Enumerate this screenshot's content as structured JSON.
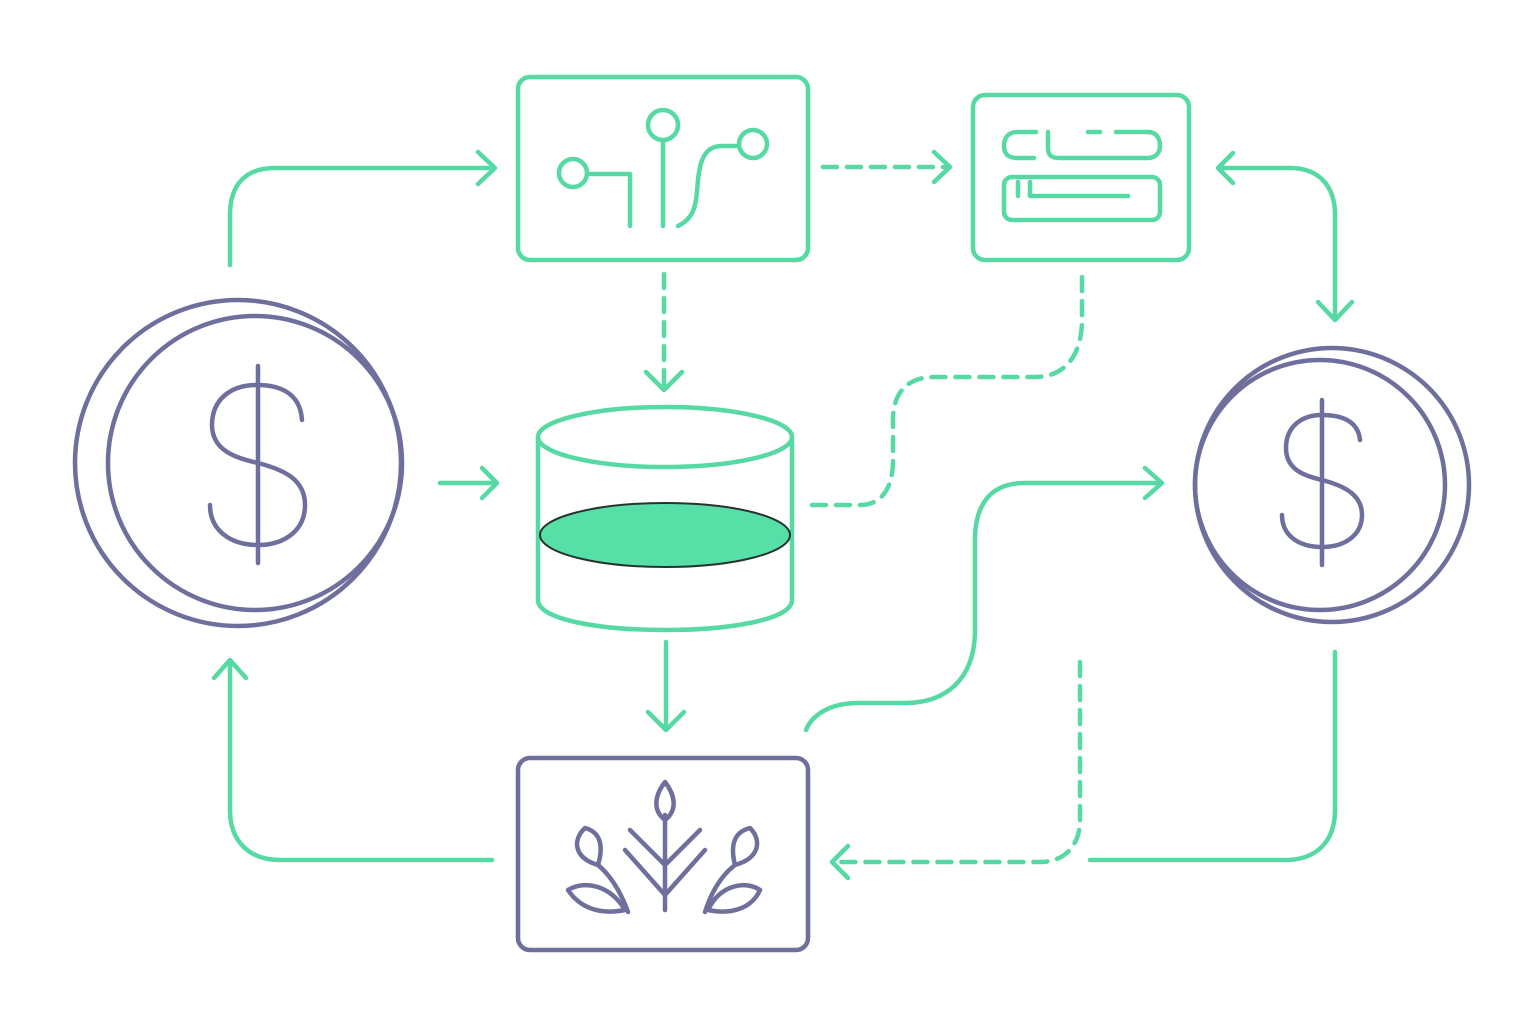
{
  "colors": {
    "green": "#56d9a3",
    "purple": "#6f6f9e",
    "outline": "#26332e",
    "background": "#ffffff"
  },
  "nodes": [
    {
      "id": "coin-left",
      "icon": "dollar-coin-icon"
    },
    {
      "id": "network-box",
      "icon": "circuit-nodes-icon"
    },
    {
      "id": "ledger-box",
      "icon": "ledger-blocks-icon"
    },
    {
      "id": "coin-right",
      "icon": "dollar-coin-icon"
    },
    {
      "id": "database",
      "icon": "database-cylinder-icon"
    },
    {
      "id": "growth-box",
      "icon": "plant-sprout-icon"
    }
  ],
  "edges": [
    {
      "from": "coin-left",
      "to": "network-box",
      "style": "solid"
    },
    {
      "from": "network-box",
      "to": "ledger-box",
      "style": "dashed"
    },
    {
      "from": "ledger-box",
      "to": "coin-right",
      "style": "solid",
      "bidirectional": true
    },
    {
      "from": "network-box",
      "to": "database",
      "style": "dashed"
    },
    {
      "from": "coin-left",
      "to": "database",
      "style": "solid"
    },
    {
      "from": "database",
      "to": "ledger-box",
      "style": "dashed"
    },
    {
      "from": "database",
      "to": "growth-box",
      "style": "solid"
    },
    {
      "from": "growth-box",
      "to": "coin-right",
      "style": "solid"
    },
    {
      "from": "coin-right",
      "to": "growth-box",
      "style": "dashed"
    },
    {
      "from": "coin-right",
      "to": "growth-box",
      "style": "solid"
    },
    {
      "from": "growth-box",
      "to": "coin-left",
      "style": "solid"
    }
  ]
}
